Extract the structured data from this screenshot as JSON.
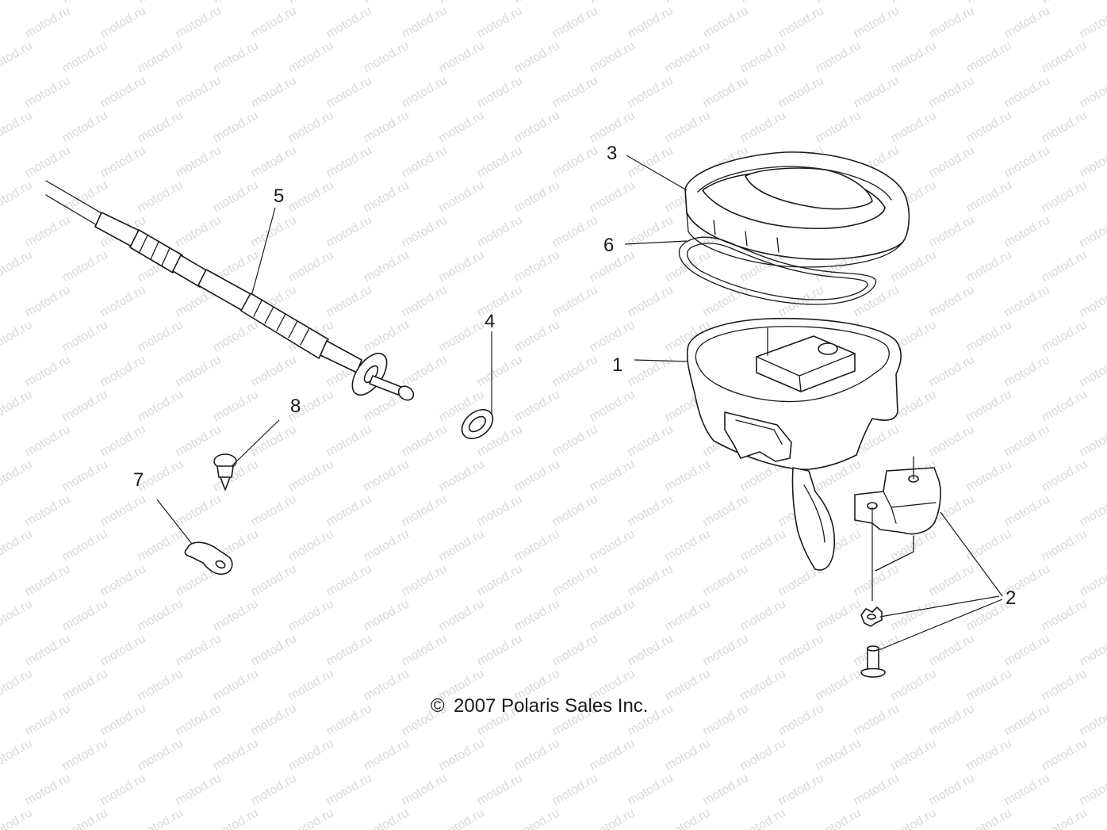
{
  "watermark": "motod.ru",
  "callouts": {
    "c1": "1",
    "c2": "2",
    "c3": "3",
    "c4": "4",
    "c5": "5",
    "c6": "6",
    "c7": "7",
    "c8": "8"
  },
  "copyright": {
    "symbol": "©",
    "text": "2007 Polaris Sales Inc."
  },
  "colors": {
    "line": "#1a1a1a",
    "watermark": "#d9d9d9",
    "background": "#ffffff"
  }
}
